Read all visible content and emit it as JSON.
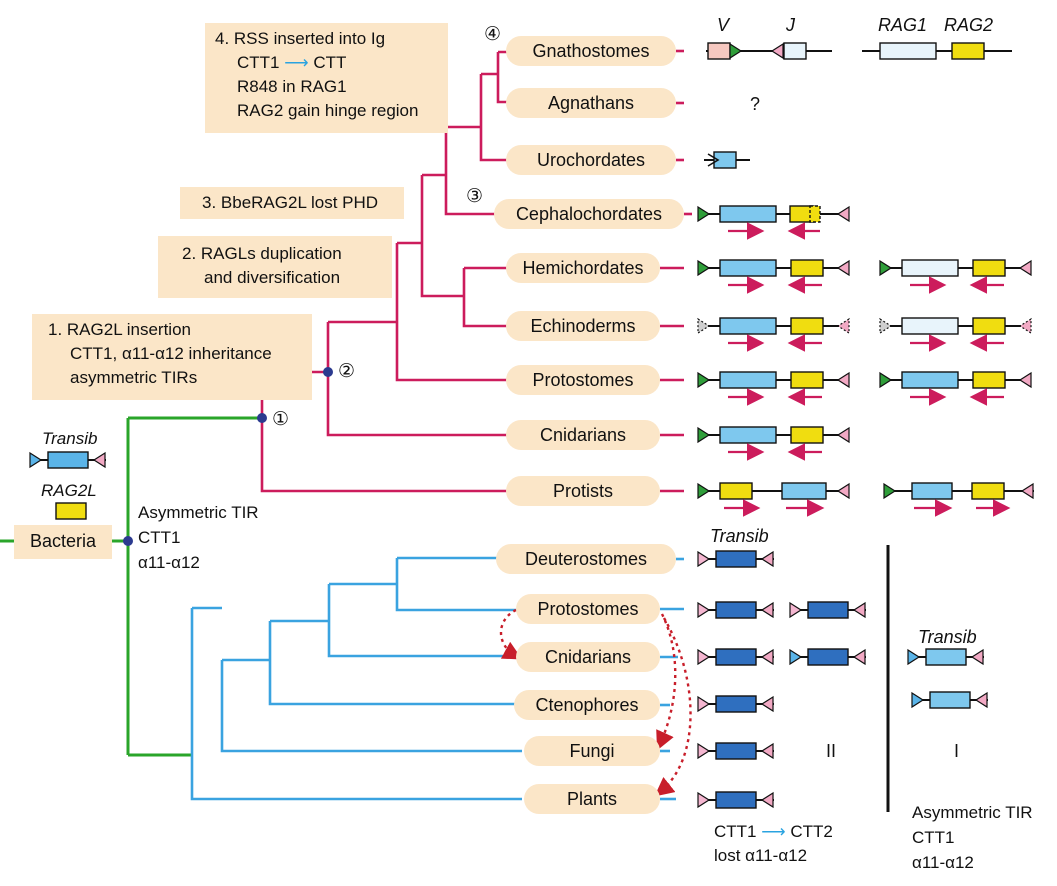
{
  "steps": {
    "step4": [
      "4. RSS inserted into Ig",
      "CTT1",
      "CTT",
      "R848 in RAG1",
      "RAG2 gain hinge region"
    ],
    "step3": "3. BbeRAG2L lost PHD",
    "step2": [
      "2. RAGLs duplication",
      "and diversification"
    ],
    "step1": [
      "1. RAG2L insertion",
      "CTT1, α11-α12 inheritance",
      "asymmetric TIRs"
    ]
  },
  "node_labels": [
    "①",
    "②",
    "③",
    "④"
  ],
  "legend": {
    "transib": "Transib",
    "rag2l": "RAG2L"
  },
  "root": {
    "label": "Bacteria",
    "annotation": [
      "Asymmetric TIR",
      "CTT1",
      "α11-α12"
    ]
  },
  "rag_taxa": [
    "Gnathostomes",
    "Agnathans",
    "Urochordates",
    "Cephalochordates",
    "Hemichordates",
    "Echinoderms",
    "Protostomes",
    "Cnidarians",
    "Protists"
  ],
  "transib_taxa": [
    "Deuterostomes",
    "Protostomes",
    "Cnidarians",
    "Ctenophores",
    "Fungi",
    "Plants"
  ],
  "gene_labels": {
    "v": "V",
    "j": "J",
    "rag1": "RAG1",
    "rag2": "RAG2",
    "unknown": "?",
    "transib": "Transib"
  },
  "groups": {
    "group2": "II",
    "group1": "I",
    "group2_note": [
      "CTT1",
      "CTT2",
      "lost α11-α12"
    ],
    "group1_transib": "Transib",
    "group1_note": [
      "Asymmetric TIR",
      "CTT1",
      "α11-α12"
    ]
  },
  "colors": {
    "rag_branch": "#cc1c5c",
    "transib_branch": "#3aa3e0",
    "root_branch": "#2aa52a",
    "node": "#2b3a8f",
    "rag1_box": "#7ec8ee",
    "rag2_box": "#f0dd10",
    "transib_box": "#2f6fbf",
    "label_fill": "#fbe6c8"
  }
}
